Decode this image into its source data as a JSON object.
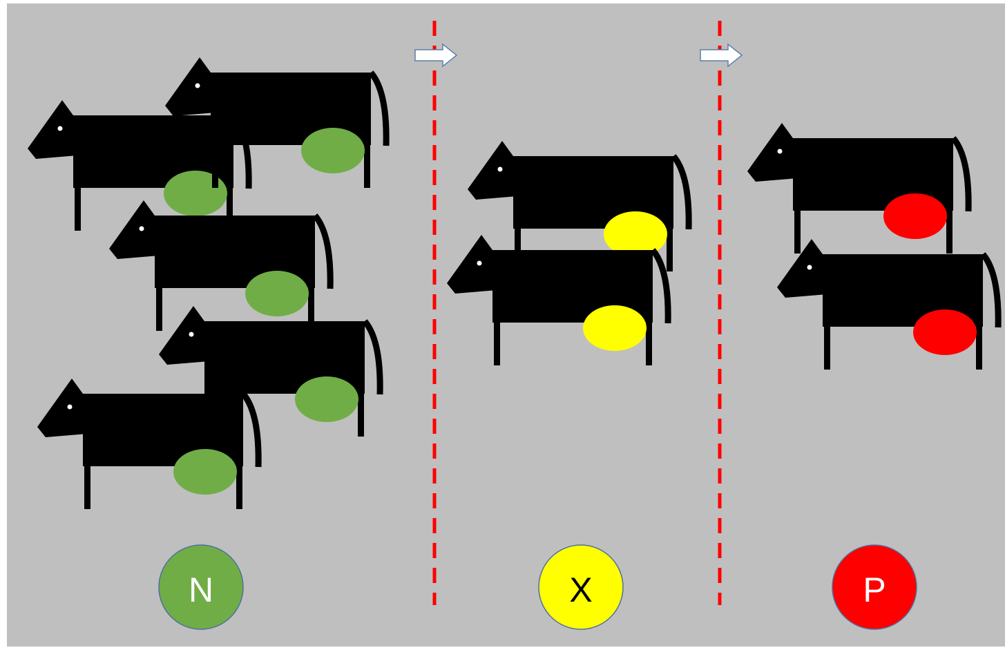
{
  "colors": {
    "background": "#bfbfbf",
    "frame": "#ffffff",
    "animal_body": "#000000",
    "animal_eye": "#ffffff",
    "divider": "#ff0000",
    "arrow_fill": "#ffffff",
    "arrow_stroke": "#5b7fa6",
    "badge_border": "#4f6fa0"
  },
  "groups": [
    {
      "id": "n",
      "label": "N",
      "color": "#70ad47",
      "label_color": "#ffffff",
      "animal_count": 5
    },
    {
      "id": "x",
      "label": "X",
      "color": "#ffff00",
      "label_color": "#000000",
      "animal_count": 2
    },
    {
      "id": "p",
      "label": "P",
      "color": "#ff0000",
      "label_color": "#ffffff",
      "animal_count": 2
    }
  ],
  "dividers": [
    {
      "arrow_icon": "right-arrow-icon"
    },
    {
      "arrow_icon": "right-arrow-icon"
    }
  ]
}
